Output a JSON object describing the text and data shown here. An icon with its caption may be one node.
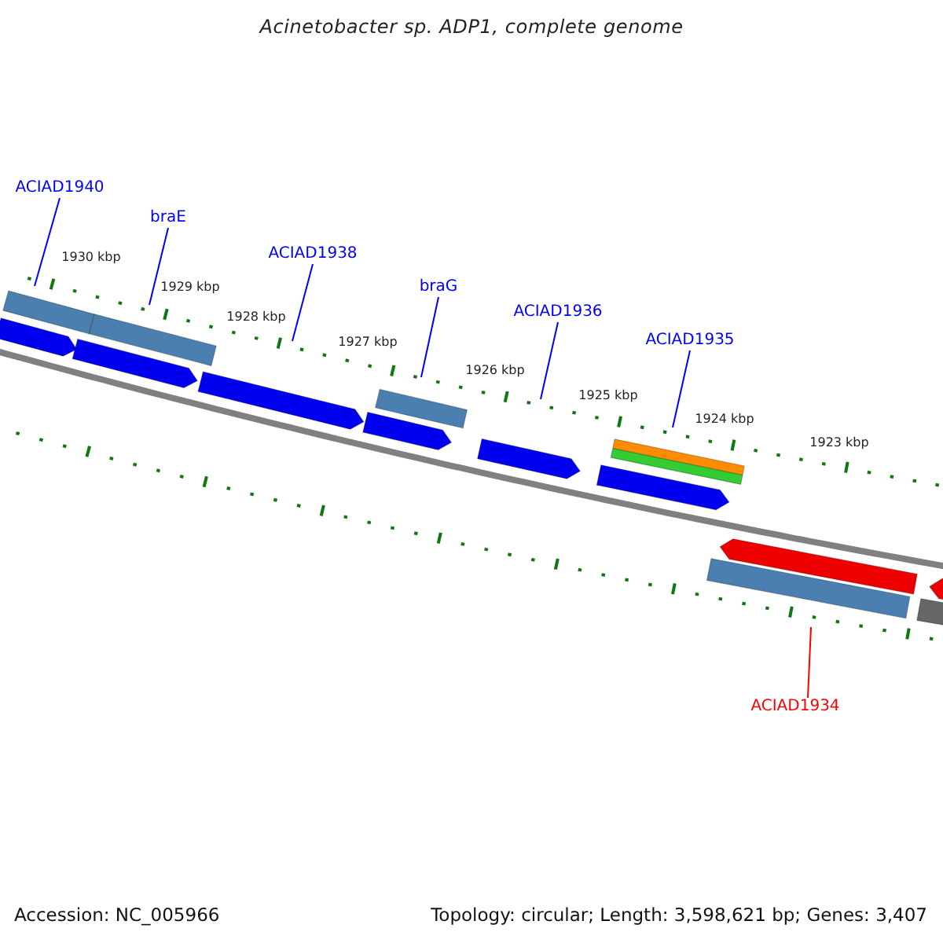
{
  "diagram": {
    "title": "Acinetobacter sp. ADP1, complete genome",
    "nodes": [
      {
        "text": [
          "ACIAD1940"
        ]
      },
      {
        "text": [
          "braE"
        ]
      },
      {
        "text": [
          "ACIAD1938"
        ]
      },
      {
        "text": [
          "braG"
        ]
      },
      {
        "text": [
          "ACIAD1936"
        ]
      },
      {
        "text": [
          "ACIAD1935"
        ]
      },
      {
        "text": [
          "ACIAD1934"
        ]
      }
    ],
    "edges": [
      {
        "from": 0,
        "to": null,
        "arrow": "none"
      },
      {
        "from": 1,
        "to": null,
        "arrow": "none"
      },
      {
        "from": 2,
        "to": null,
        "arrow": "none"
      },
      {
        "from": 3,
        "to": null,
        "arrow": "none"
      },
      {
        "from": 4,
        "to": null,
        "arrow": "none"
      },
      {
        "from": 5,
        "to": null,
        "arrow": "none"
      },
      {
        "from": 6,
        "to": null,
        "arrow": "none",
        "color": "#ff0000"
      }
    ],
    "labels": [
      "1930 kbp",
      "1929 kbp",
      "1928 kbp",
      "1927 kbp",
      "1926 kbp",
      "1925 kbp",
      "1924 kbp",
      "1923 kbp",
      "Accession: NC_005966",
      "Topology: circular; Length: 3,598,621 bp; Genes: 3,407"
    ]
  }
}
